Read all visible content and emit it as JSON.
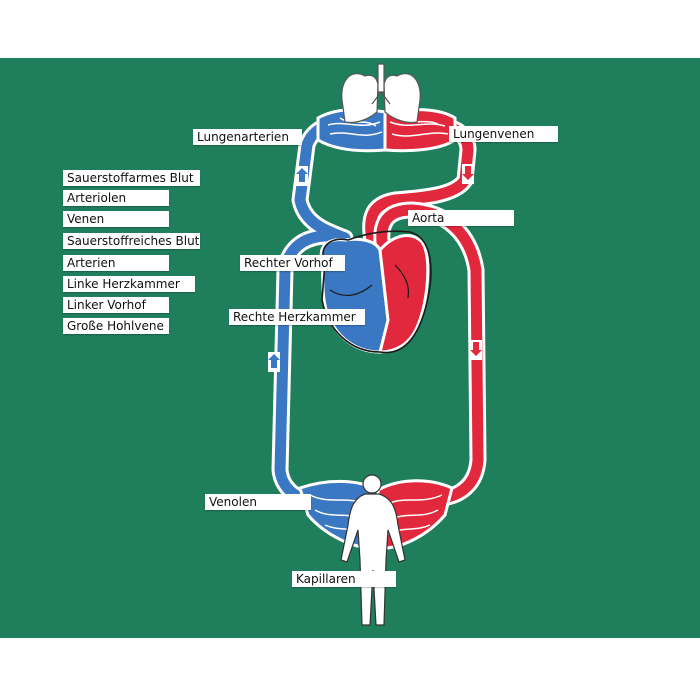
{
  "word_bank": [
    "Sauerstoffarmes Blut",
    "Arteriolen",
    "Venen",
    "Sauerstoffreiches Blut",
    "Arterien",
    "Linke Herzkammer",
    "Linker Vorhof",
    "Große Hohlvene"
  ],
  "labels": {
    "lungenarterien": "Lungenarterien",
    "lungenvenen": "Lungenvenen",
    "aorta": "Aorta",
    "rechter_vorhof": "Rechter Vorhof",
    "rechte_herzkammer": "Rechte Herzkammer",
    "venolen": "Venolen",
    "kapillaren": "Kapillaren"
  },
  "colors": {
    "board": "#1f7f5c",
    "oxygen_poor": "#3b78c4",
    "oxygen_rich": "#e2283c",
    "outline": "#ffffff"
  }
}
